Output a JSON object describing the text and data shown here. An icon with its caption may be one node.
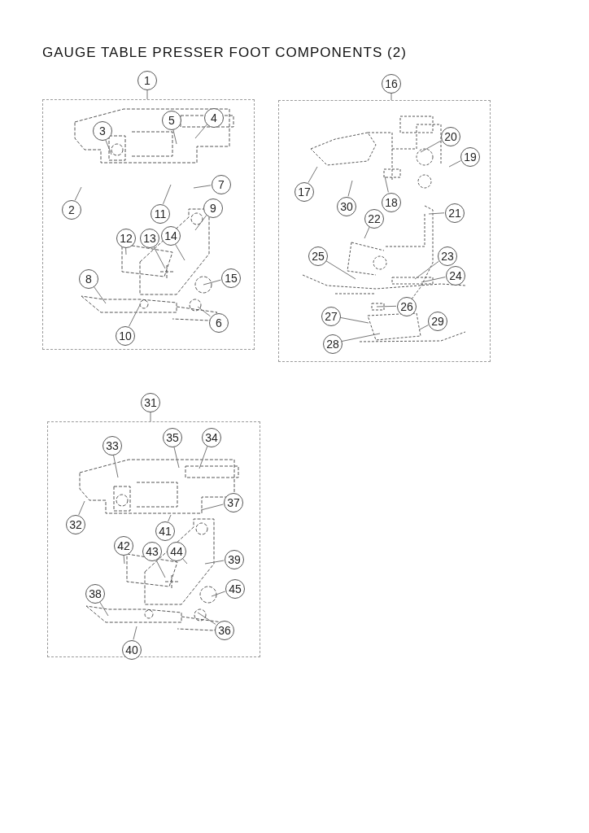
{
  "diagram": {
    "title": "GAUGE TABLE PRESSER FOOT COMPONENTS (2)",
    "nodes": [
      {
        "text": [
          "1"
        ]
      },
      {
        "text": [],
        "shape": "box"
      },
      {
        "text": [
          "2"
        ],
        "in": 1
      },
      {
        "text": [
          "3"
        ],
        "in": 1
      },
      {
        "text": [
          "4"
        ],
        "in": 1
      },
      {
        "text": [
          "5"
        ],
        "in": 1
      },
      {
        "text": [
          "6"
        ],
        "in": 1
      },
      {
        "text": [
          "7"
        ],
        "in": 1
      },
      {
        "text": [
          "8"
        ],
        "in": 1
      },
      {
        "text": [
          "9"
        ],
        "in": 1
      },
      {
        "text": [
          "10"
        ],
        "in": 1
      },
      {
        "text": [
          "11"
        ],
        "in": 1
      },
      {
        "text": [
          "12"
        ],
        "in": 1
      },
      {
        "text": [
          "13"
        ],
        "in": 1
      },
      {
        "text": [
          "14"
        ],
        "in": 1
      },
      {
        "text": [
          "15"
        ],
        "in": 1
      },
      {
        "text": [
          "16"
        ]
      },
      {
        "text": [],
        "shape": "box"
      },
      {
        "text": [
          "17"
        ],
        "in": 17
      },
      {
        "text": [
          "18"
        ],
        "in": 17
      },
      {
        "text": [
          "19"
        ],
        "in": 17
      },
      {
        "text": [
          "20"
        ],
        "in": 17
      },
      {
        "text": [
          "21"
        ],
        "in": 17
      },
      {
        "text": [
          "22"
        ],
        "in": 17
      },
      {
        "text": [
          "23"
        ],
        "in": 17
      },
      {
        "text": [
          "24"
        ],
        "in": 17
      },
      {
        "text": [
          "25"
        ],
        "in": 17
      },
      {
        "text": [
          "26"
        ],
        "in": 17
      },
      {
        "text": [
          "27"
        ],
        "in": 17
      },
      {
        "text": [
          "28"
        ],
        "in": 17
      },
      {
        "text": [
          "29"
        ],
        "in": 17
      },
      {
        "text": [
          "30"
        ],
        "in": 17
      },
      {
        "text": [
          "31"
        ]
      },
      {
        "text": [],
        "shape": "box"
      },
      {
        "text": [
          "32"
        ],
        "in": 33
      },
      {
        "text": [
          "33"
        ],
        "in": 33
      },
      {
        "text": [
          "34"
        ],
        "in": 33
      },
      {
        "text": [
          "35"
        ],
        "in": 33
      },
      {
        "text": [
          "36"
        ],
        "in": 33
      },
      {
        "text": [
          "37"
        ],
        "in": 33
      },
      {
        "text": [
          "38"
        ],
        "in": 33
      },
      {
        "text": [
          "39"
        ],
        "in": 33
      },
      {
        "text": [
          "40"
        ],
        "in": 33
      },
      {
        "text": [
          "41"
        ],
        "in": 33
      },
      {
        "text": [
          "42"
        ],
        "in": 33
      },
      {
        "text": [
          "43"
        ],
        "in": 33
      },
      {
        "text": [
          "44"
        ],
        "in": 33
      },
      {
        "text": [
          "45"
        ],
        "in": 33
      }
    ],
    "edges": [
      {
        "from": 0,
        "to": 1,
        "arrow": "none"
      },
      {
        "from": 2,
        "to": null,
        "arrow": "none"
      },
      {
        "from": 3,
        "to": null,
        "arrow": "none"
      },
      {
        "from": 4,
        "to": null,
        "arrow": "none"
      },
      {
        "from": 5,
        "to": null,
        "arrow": "none"
      },
      {
        "from": 6,
        "to": null,
        "arrow": "none"
      },
      {
        "from": 7,
        "to": null,
        "arrow": "none"
      },
      {
        "from": 8,
        "to": null,
        "arrow": "none"
      },
      {
        "from": 9,
        "to": null,
        "arrow": "none"
      },
      {
        "from": 10,
        "to": null,
        "arrow": "none"
      },
      {
        "from": 11,
        "to": null,
        "arrow": "none"
      },
      {
        "from": 12,
        "to": null,
        "arrow": "none"
      },
      {
        "from": 13,
        "to": null,
        "arrow": "none"
      },
      {
        "from": 14,
        "to": null,
        "arrow": "none"
      },
      {
        "from": 15,
        "to": null,
        "arrow": "none"
      },
      {
        "from": 16,
        "to": 17,
        "arrow": "none"
      },
      {
        "from": 18,
        "to": null,
        "arrow": "none"
      },
      {
        "from": 19,
        "to": null,
        "arrow": "none"
      },
      {
        "from": 20,
        "to": null,
        "arrow": "none"
      },
      {
        "from": 21,
        "to": null,
        "arrow": "none"
      },
      {
        "from": 22,
        "to": null,
        "arrow": "none"
      },
      {
        "from": 23,
        "to": null,
        "arrow": "none"
      },
      {
        "from": 24,
        "to": null,
        "arrow": "none"
      },
      {
        "from": 25,
        "to": null,
        "arrow": "none"
      },
      {
        "from": 26,
        "to": null,
        "arrow": "none"
      },
      {
        "from": 27,
        "to": null,
        "arrow": "none"
      },
      {
        "from": 28,
        "to": null,
        "arrow": "none"
      },
      {
        "from": 29,
        "to": null,
        "arrow": "none"
      },
      {
        "from": 30,
        "to": null,
        "arrow": "none"
      },
      {
        "from": 31,
        "to": null,
        "arrow": "none"
      },
      {
        "from": 32,
        "to": 33,
        "arrow": "none"
      },
      {
        "from": 34,
        "to": null,
        "arrow": "none"
      },
      {
        "from": 35,
        "to": null,
        "arrow": "none"
      },
      {
        "from": 36,
        "to": null,
        "arrow": "none"
      },
      {
        "from": 37,
        "to": null,
        "arrow": "none"
      },
      {
        "from": 38,
        "to": null,
        "arrow": "none"
      },
      {
        "from": 39,
        "to": null,
        "arrow": "none"
      },
      {
        "from": 40,
        "to": null,
        "arrow": "none"
      },
      {
        "from": 41,
        "to": null,
        "arrow": "none"
      },
      {
        "from": 42,
        "to": null,
        "arrow": "none"
      },
      {
        "from": 43,
        "to": null,
        "arrow": "none"
      },
      {
        "from": 44,
        "to": null,
        "arrow": "none"
      },
      {
        "from": 45,
        "to": null,
        "arrow": "none"
      },
      {
        "from": 46,
        "to": null,
        "arrow": "none"
      },
      {
        "from": 47,
        "to": null,
        "arrow": "none"
      }
    ]
  }
}
